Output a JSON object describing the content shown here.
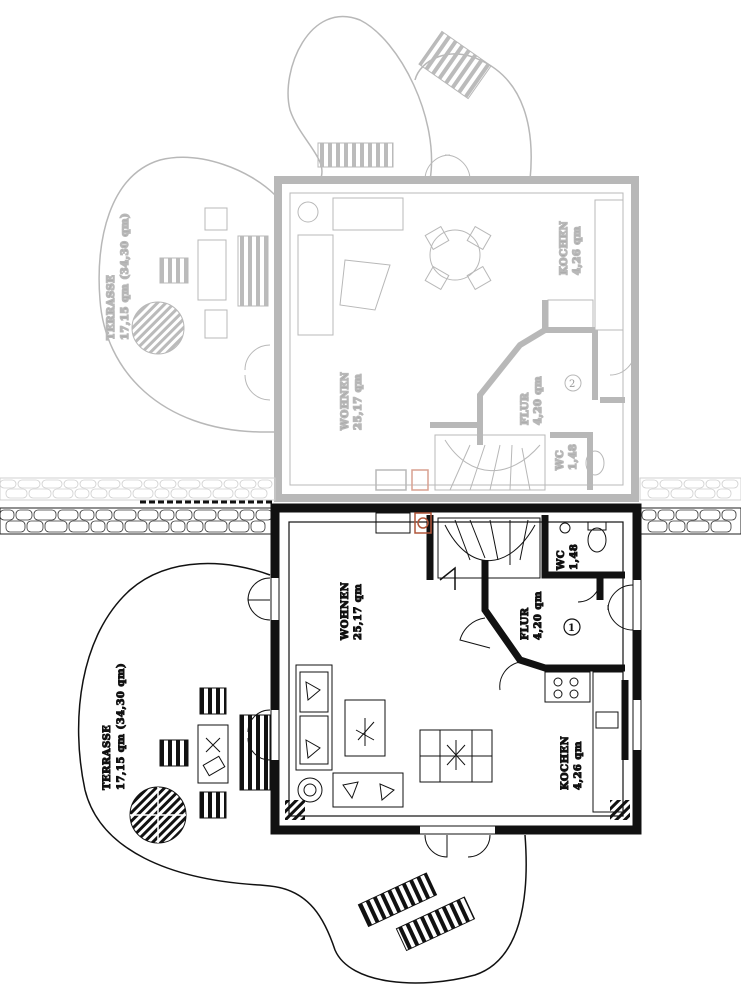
{
  "colors": {
    "wall": "#111111",
    "ghost": "#b8b8b8",
    "ghost_text": "#9a9a9a",
    "stove_accent": "#b0563a",
    "paper": "#ffffff"
  },
  "main_floor": {
    "rooms": {
      "wohnen": {
        "name": "WOHNEN",
        "area": "25,17 qm"
      },
      "flur": {
        "name": "FLUR",
        "area": "4,20 qm"
      },
      "wc": {
        "name": "WC",
        "area": "1,48"
      },
      "kochen": {
        "name": "KOCHEN",
        "area": "4,26 qm"
      },
      "terrasse": {
        "name": "TERRASSE",
        "area": "17,15 qm (34,30 qm)"
      }
    },
    "entrance_marker": "1"
  },
  "mirrored_floor": {
    "rooms": {
      "wohnen": {
        "name": "WOHNEN",
        "area": "25,17 qm"
      },
      "flur": {
        "name": "FLUR",
        "area": "4,20 qm"
      },
      "wc": {
        "name": "WC",
        "area": "1,48"
      },
      "kochen": {
        "name": "KOCHEN",
        "area": "4,26 qm"
      },
      "terrasse": {
        "name": "TERRASSE",
        "area": "17,15 qm (34,30 qm)"
      }
    },
    "entrance_marker": "2"
  }
}
